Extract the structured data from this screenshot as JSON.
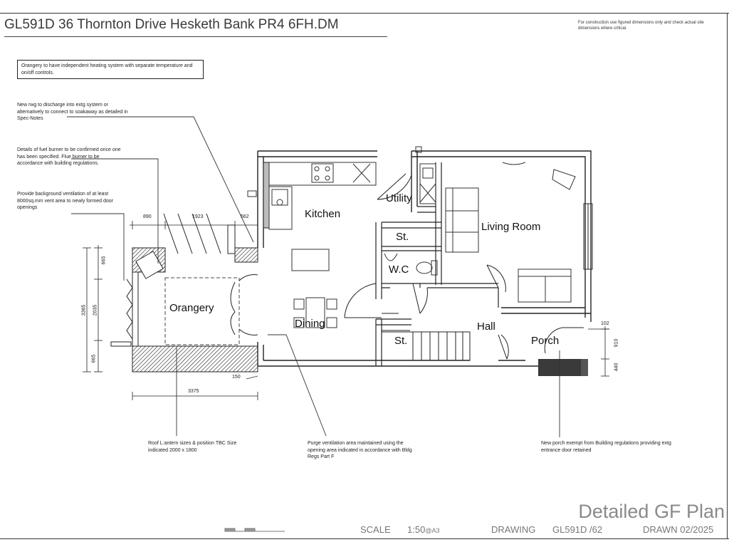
{
  "title": "GL591D 36 Thornton Drive Hesketh Bank PR4 6FH.DM",
  "corner_note": "For construction use figured dimensions only and check actual site dimensions where critical.",
  "notes": {
    "heating": "Orangery to have independent heating system with separate temperature and on/off controls.",
    "rwg": "New rwg to discharge into extg system or alternatively to connect to soakaway as detailed in Spec-Notes",
    "fuel": "Details of fuel burner to be confirmed once one has been specified. Flue burner to be accordance with building regulations.",
    "ventilation": "Provide background ventilation of at least 8000sq.mm vent area to newly formed door openings",
    "lantern": "Roof L:antern sizes & position TBC Size indicated 2000 x 1800",
    "purge": "Purge ventilation area maintained using the opening area indicated in accordance with Bldg Regs Part F",
    "porch": "New porch exempt from Building regulations providing extg entrance door retained"
  },
  "rooms": {
    "kitchen": "Kitchen",
    "utility": "Utility",
    "store1": "St.",
    "wc": "W.C",
    "living": "Living Room",
    "orangery": "Orangery",
    "dining": "Dining",
    "hall": "Hall",
    "store2": "St.",
    "porch": "Porch"
  },
  "dimensions": {
    "d890": "890",
    "d1923": "1923",
    "d562": "562",
    "d665a": "665",
    "d3365": "3365",
    "d2035": "2035",
    "d665b": "665",
    "d3375": "3375",
    "d150": "150",
    "d102": "102",
    "d910": "910",
    "d440": "440"
  },
  "sheet_title": "Detailed GF Plan",
  "footer": {
    "scale_label": "SCALE",
    "scale_value": "1:50",
    "scale_sheet": "@A3",
    "drawing_label": "DRAWING",
    "drawing_value": "GL591D /62",
    "drawn": "DRAWN 02/2025"
  }
}
